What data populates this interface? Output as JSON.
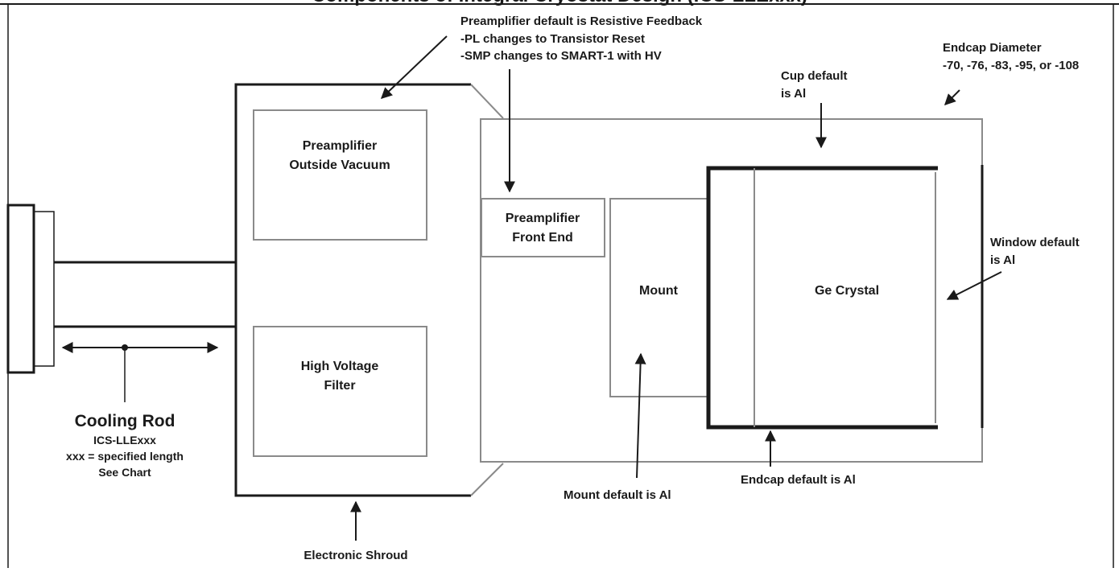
{
  "title": "Components of Integral Cryostat Design (ICS-LLExxx)",
  "labels": {
    "preamp_outside": [
      "Preamplifier",
      "Outside Vacuum"
    ],
    "hv_filter": [
      "High Voltage",
      "Filter"
    ],
    "preamp_front_end": [
      "Preamplifier",
      "Front End"
    ],
    "mount": "Mount",
    "ge_crystal": "Ge Crystal",
    "cooling_rod": "Cooling Rod",
    "cooling_rod_sub": [
      "ICS-LLExxx",
      "xxx = specified length",
      "See Chart"
    ]
  },
  "callouts": {
    "preamp_default": [
      "Preamplifier default is Resistive Feedback",
      "-PL changes to Transistor Reset",
      "-SMP changes to SMART-1 with HV"
    ],
    "endcap_diameter": [
      "Endcap Diameter",
      "-70, -76, -83, -95, or -108"
    ],
    "cup_default": [
      "Cup default",
      "is Al"
    ],
    "window_default": [
      "Window default",
      "is Al"
    ],
    "mount_default": "Mount default is Al",
    "endcap_default": "Endcap default is Al",
    "electronic_shroud": "Electronic Shroud"
  },
  "colors": {
    "line": "#1a1a1a",
    "gray_line": "#8a8a8a"
  }
}
